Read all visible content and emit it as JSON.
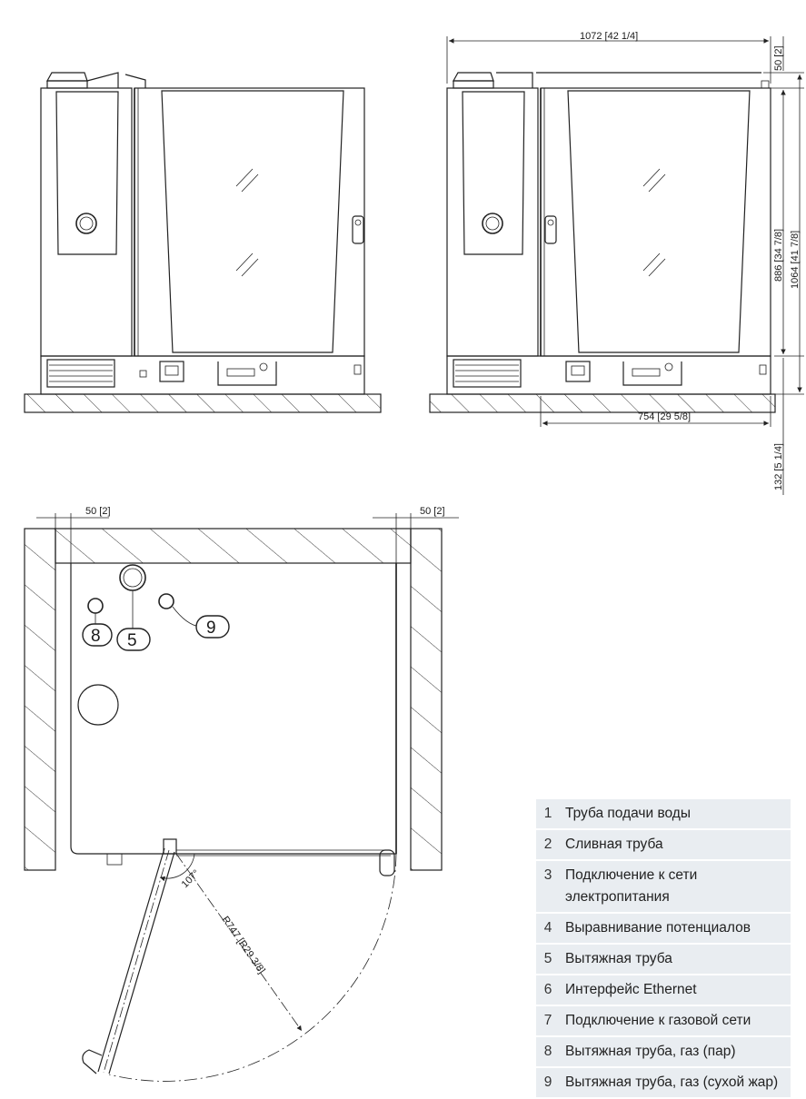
{
  "dimensions": {
    "width_total": "1072 [42 1/4]",
    "top_clear": "50 [2]",
    "height_body": "886 [34 7/8]",
    "height_total": "1064 [41 7/8]",
    "depth": "754 [29 5/8]",
    "base_height": "132 [5 1/4]",
    "clear_left": "50 [2]",
    "clear_right": "50 [2]",
    "door_angle": "107°",
    "door_radius": "R747 [R29 3/8]"
  },
  "callouts": [
    {
      "label": "8"
    },
    {
      "label": "5"
    },
    {
      "label": "9"
    }
  ],
  "legend": [
    {
      "num": "1",
      "text": "Труба подачи воды"
    },
    {
      "num": "2",
      "text": "Сливная труба"
    },
    {
      "num": "3",
      "text": "Подключение к сети электропитания"
    },
    {
      "num": "4",
      "text": "Выравнивание потенциалов"
    },
    {
      "num": "5",
      "text": "Вытяжная труба"
    },
    {
      "num": "6",
      "text": "Интерфейс Ethernet"
    },
    {
      "num": "7",
      "text": "Подключение к газовой сети"
    },
    {
      "num": "8",
      "text": "Вытяжная труба, газ (пар)"
    },
    {
      "num": "9",
      "text": "Вытяжная труба, газ (сухой жар)"
    }
  ]
}
